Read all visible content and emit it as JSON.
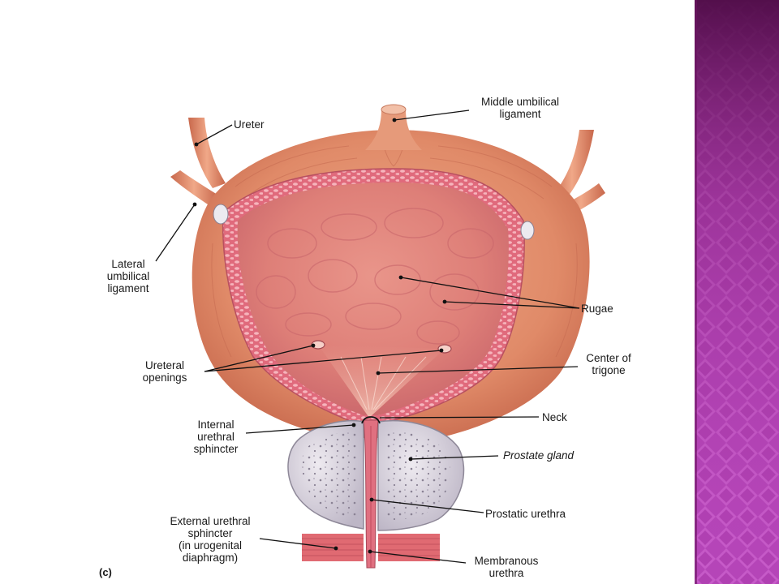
{
  "panel_label": "(c)",
  "labels": {
    "ureter": "Ureter",
    "middle_umbilical_ligament": [
      "Middle umbilical",
      "ligament"
    ],
    "lateral_umbilical_ligament": [
      "Lateral",
      "umbilical",
      "ligament"
    ],
    "rugae": "Rugae",
    "ureteral_openings": [
      "Ureteral",
      "openings"
    ],
    "center_of_trigone": [
      "Center of",
      "trigone"
    ],
    "neck": "Neck",
    "internal_urethral_sphincter": [
      "Internal",
      "urethral",
      "sphincter"
    ],
    "prostate_gland": "Prostate gland",
    "prostatic_urethra": "Prostatic urethra",
    "external_urethral_sphincter": [
      "External urethral",
      "sphincter",
      "(in urogenital",
      "diaphragm)"
    ],
    "membranous_urethra": [
      "Membranous",
      "urethra"
    ]
  },
  "colors": {
    "side_band": "#b545b8",
    "side_band_dark": "#5a1050",
    "bladder_outer": "#e09070",
    "bladder_inner": "#e48c80",
    "wall_band": "#e07080",
    "prostate": "#d8d4dc"
  }
}
